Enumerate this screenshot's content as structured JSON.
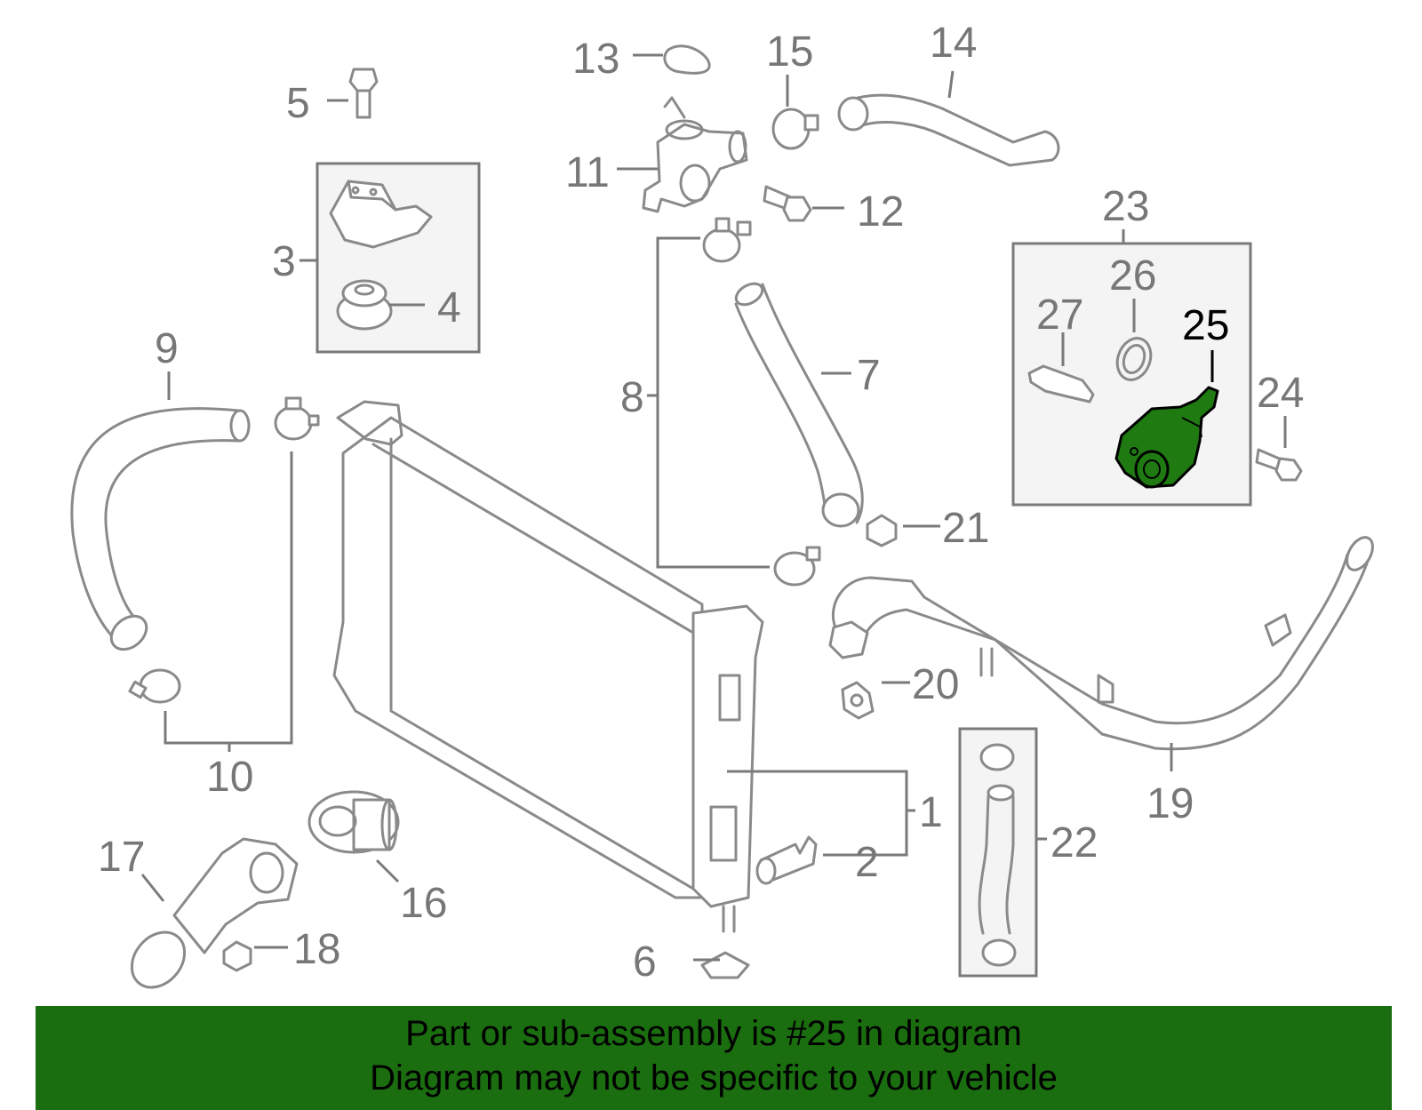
{
  "callouts": [
    {
      "id": "1",
      "label": "1"
    },
    {
      "id": "2",
      "label": "2"
    },
    {
      "id": "3",
      "label": "3"
    },
    {
      "id": "4",
      "label": "4"
    },
    {
      "id": "5",
      "label": "5"
    },
    {
      "id": "6",
      "label": "6"
    },
    {
      "id": "7",
      "label": "7"
    },
    {
      "id": "8",
      "label": "8"
    },
    {
      "id": "9",
      "label": "9"
    },
    {
      "id": "10",
      "label": "10"
    },
    {
      "id": "11",
      "label": "11"
    },
    {
      "id": "12",
      "label": "12"
    },
    {
      "id": "13",
      "label": "13"
    },
    {
      "id": "14",
      "label": "14"
    },
    {
      "id": "15",
      "label": "15"
    },
    {
      "id": "16",
      "label": "16"
    },
    {
      "id": "17",
      "label": "17"
    },
    {
      "id": "18",
      "label": "18"
    },
    {
      "id": "19",
      "label": "19"
    },
    {
      "id": "20",
      "label": "20"
    },
    {
      "id": "21",
      "label": "21"
    },
    {
      "id": "22",
      "label": "22"
    },
    {
      "id": "23",
      "label": "23"
    },
    {
      "id": "24",
      "label": "24"
    },
    {
      "id": "25",
      "label": "25"
    },
    {
      "id": "26",
      "label": "26"
    },
    {
      "id": "27",
      "label": "27"
    }
  ],
  "highlighted_part": "25",
  "colors": {
    "highlight_fill": "#1f7a12",
    "banner_background": "#1a6e0f",
    "line_gray": "#8a8a8a",
    "label_gray": "#777777"
  },
  "banner": {
    "line1": "Part or sub-assembly is #25 in diagram",
    "line2": "Diagram may not be specific to your vehicle"
  }
}
